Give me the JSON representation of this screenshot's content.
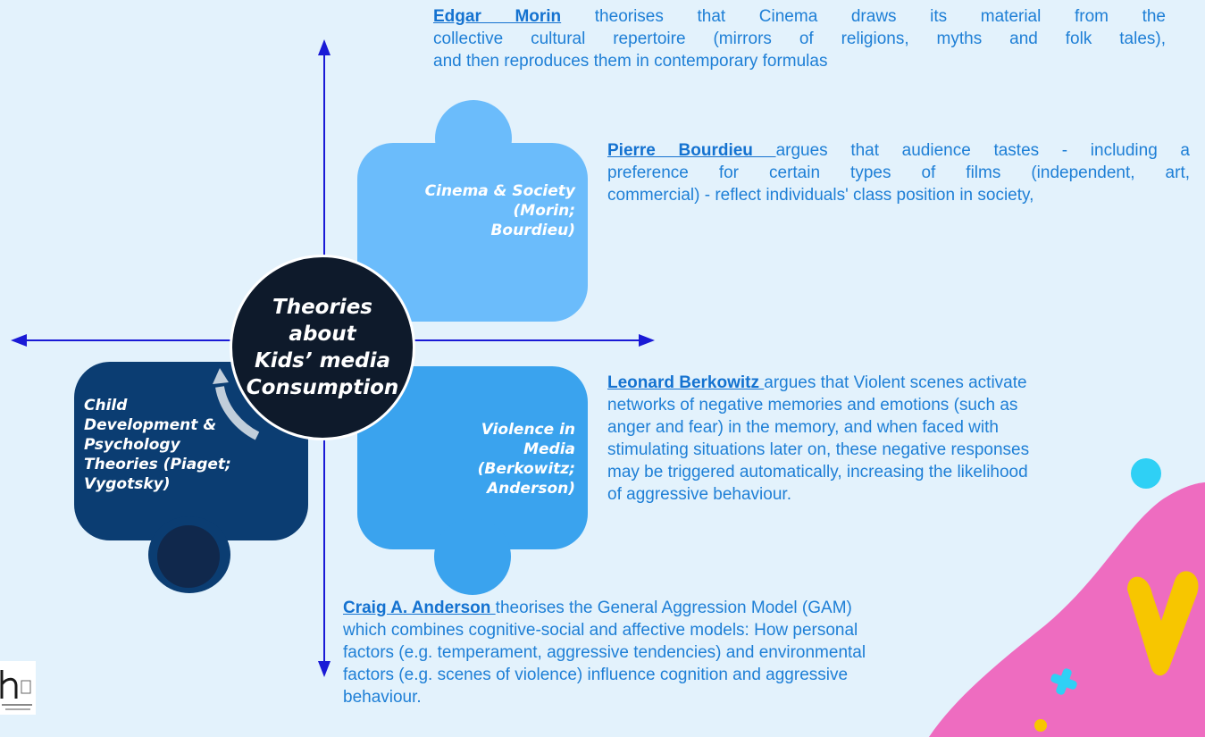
{
  "center": {
    "lines": [
      "Theories",
      "about",
      "Kids’ media",
      "Consumption"
    ]
  },
  "quadrants": {
    "cinema": {
      "lines": [
        "Cinema & Society",
        "(Morin;",
        "Bourdieu)"
      ]
    },
    "violence": {
      "lines": [
        "Violence in",
        "Media",
        "(Berkowitz;",
        "Anderson)"
      ]
    },
    "child": {
      "lines": [
        "Child",
        "Development &",
        "Psychology",
        "Theories (Piaget;",
        "Vygotsky)"
      ]
    }
  },
  "texts": {
    "morin": {
      "name": "Edgar Morin",
      "line1": " theorises that Cinema draws its material from the",
      "line2": "collective cultural repertoire (mirrors of religions, myths and folk tales),",
      "line3": "and then reproduces them in contemporary formulas"
    },
    "bourdieu": {
      "name": "Pierre Bourdieu ",
      "line1": "argues that audience tastes - including a",
      "line2": "preference for certain types of films (independent, art,",
      "line3": "commercial) - reflect individuals' class position in society,"
    },
    "berkowitz": {
      "name": "Leonard Berkowitz ",
      "line1": " argues that Violent scenes activate",
      "line2": "networks of negative memories and emotions (such as",
      "line3": "anger and fear) in the memory, and when faced with",
      "line4": "stimulating situations later on, these negative responses",
      "line5": "may be triggered automatically, increasing the likelihood",
      "line6": "of aggressive behaviour."
    },
    "anderson": {
      "name": "Craig A. Anderson ",
      "line1": " theorises the General Aggression Model (GAM)",
      "line2": "which combines cognitive-social and affective models: How personal",
      "line3": "factors (e.g. temperament, aggressive tendencies) and environmental",
      "line4": "factors (e.g. scenes of violence) influence cognition and aggressive",
      "line5": "behaviour."
    }
  },
  "colors": {
    "background": "#e3f2fc",
    "axis": "#1a1ad6",
    "cinema": "#6bbcfb",
    "violence": "#3aa3ee",
    "child": "#0b3d72",
    "center": "#0e1a2b",
    "text": "#1e7fd6",
    "pink": "#ee6cc0",
    "yellow": "#f7c600",
    "cyan": "#2fd0f5"
  }
}
